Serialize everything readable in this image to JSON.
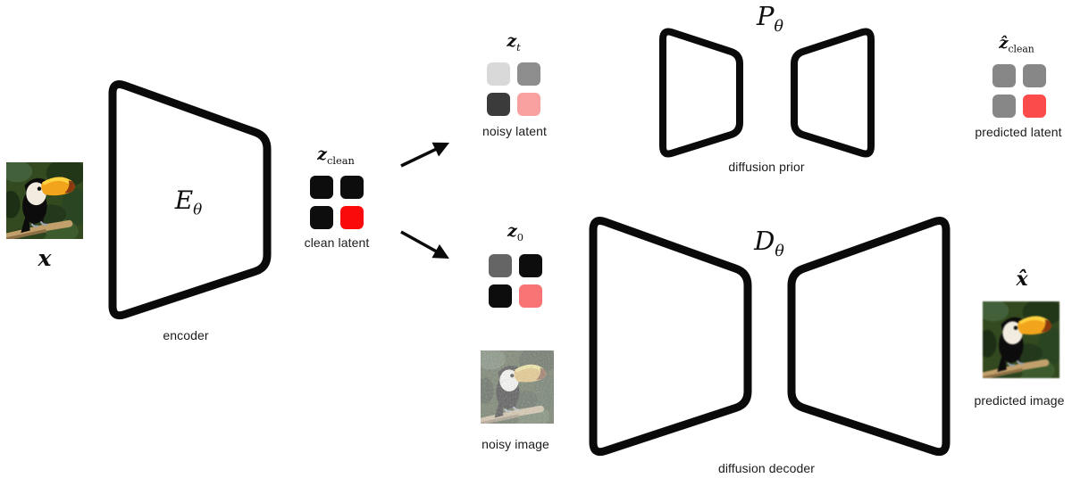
{
  "nodes": {
    "input": {
      "symbol": "x"
    },
    "encoder": {
      "symbol": "E",
      "sub": "θ",
      "caption": "encoder"
    },
    "clean_latent": {
      "symbol": "z",
      "sub": "clean",
      "caption": "clean latent",
      "colors": [
        "#0d0d0d",
        "#0d0d0d",
        "#0d0d0d",
        "#fa0a0a"
      ]
    },
    "noisy_latent": {
      "symbol": "z",
      "sub": "t",
      "caption": "noisy latent",
      "colors": [
        "#d9d9d9",
        "#8d8d8d",
        "#3b3b3b",
        "#f9a1a1"
      ]
    },
    "noisy_image": {
      "symbol": "z",
      "sub": "0",
      "caption": "noisy image",
      "colors": [
        "#656565",
        "#0d0d0d",
        "#0d0d0d",
        "#f97474"
      ]
    },
    "prior": {
      "symbol": "P",
      "sub": "θ",
      "caption": "diffusion prior"
    },
    "decoder": {
      "symbol": "D",
      "sub": "θ",
      "caption": "diffusion decoder"
    },
    "predicted_latent": {
      "symbol": "ẑ",
      "sub": "clean",
      "caption": "predicted latent",
      "colors": [
        "#878787",
        "#878787",
        "#878787",
        "#fb4b4b"
      ]
    },
    "predicted_image": {
      "symbol": "x̂",
      "caption": "predicted image"
    }
  }
}
